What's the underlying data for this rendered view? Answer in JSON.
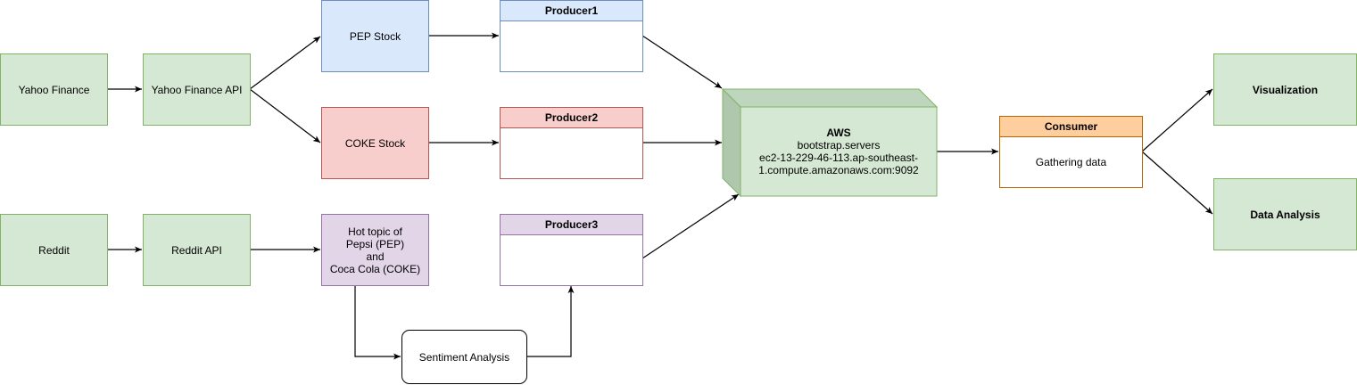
{
  "nodes": {
    "yahoo_finance": "Yahoo Finance",
    "yahoo_api": "Yahoo Finance API",
    "pep_stock": "PEP Stock",
    "coke_stock": "COKE Stock",
    "reddit": "Reddit",
    "reddit_api": "Reddit API",
    "hot_topic": [
      "Hot topic of",
      "Pepsi (PEP)",
      "and",
      "Coca Cola (COKE)"
    ],
    "sentiment": "Sentiment Analysis",
    "producer1": "Producer1",
    "producer2": "Producer2",
    "producer3": "Producer3",
    "aws_title": "AWS",
    "aws_lines": [
      "bootstrap.servers",
      "ec2-13-229-46-113.ap-southeast-",
      "1.compute.amazonaws.com:9092"
    ],
    "consumer_title": "Consumer",
    "consumer_body": "Gathering data",
    "visualization": "Visualization",
    "data_analysis": "Data Analysis"
  },
  "colors": {
    "green_fill": "#d5e8d4",
    "green_stroke": "#82b366",
    "blue_fill": "#dae8fc",
    "blue_stroke": "#6c8ebf",
    "red_fill": "#f8cecc",
    "red_stroke": "#b85450",
    "purple_fill": "#e1d5e7",
    "purple_stroke": "#9673a6",
    "orange_fill": "#ffe6cc",
    "orange_stroke": "#d79b00"
  }
}
